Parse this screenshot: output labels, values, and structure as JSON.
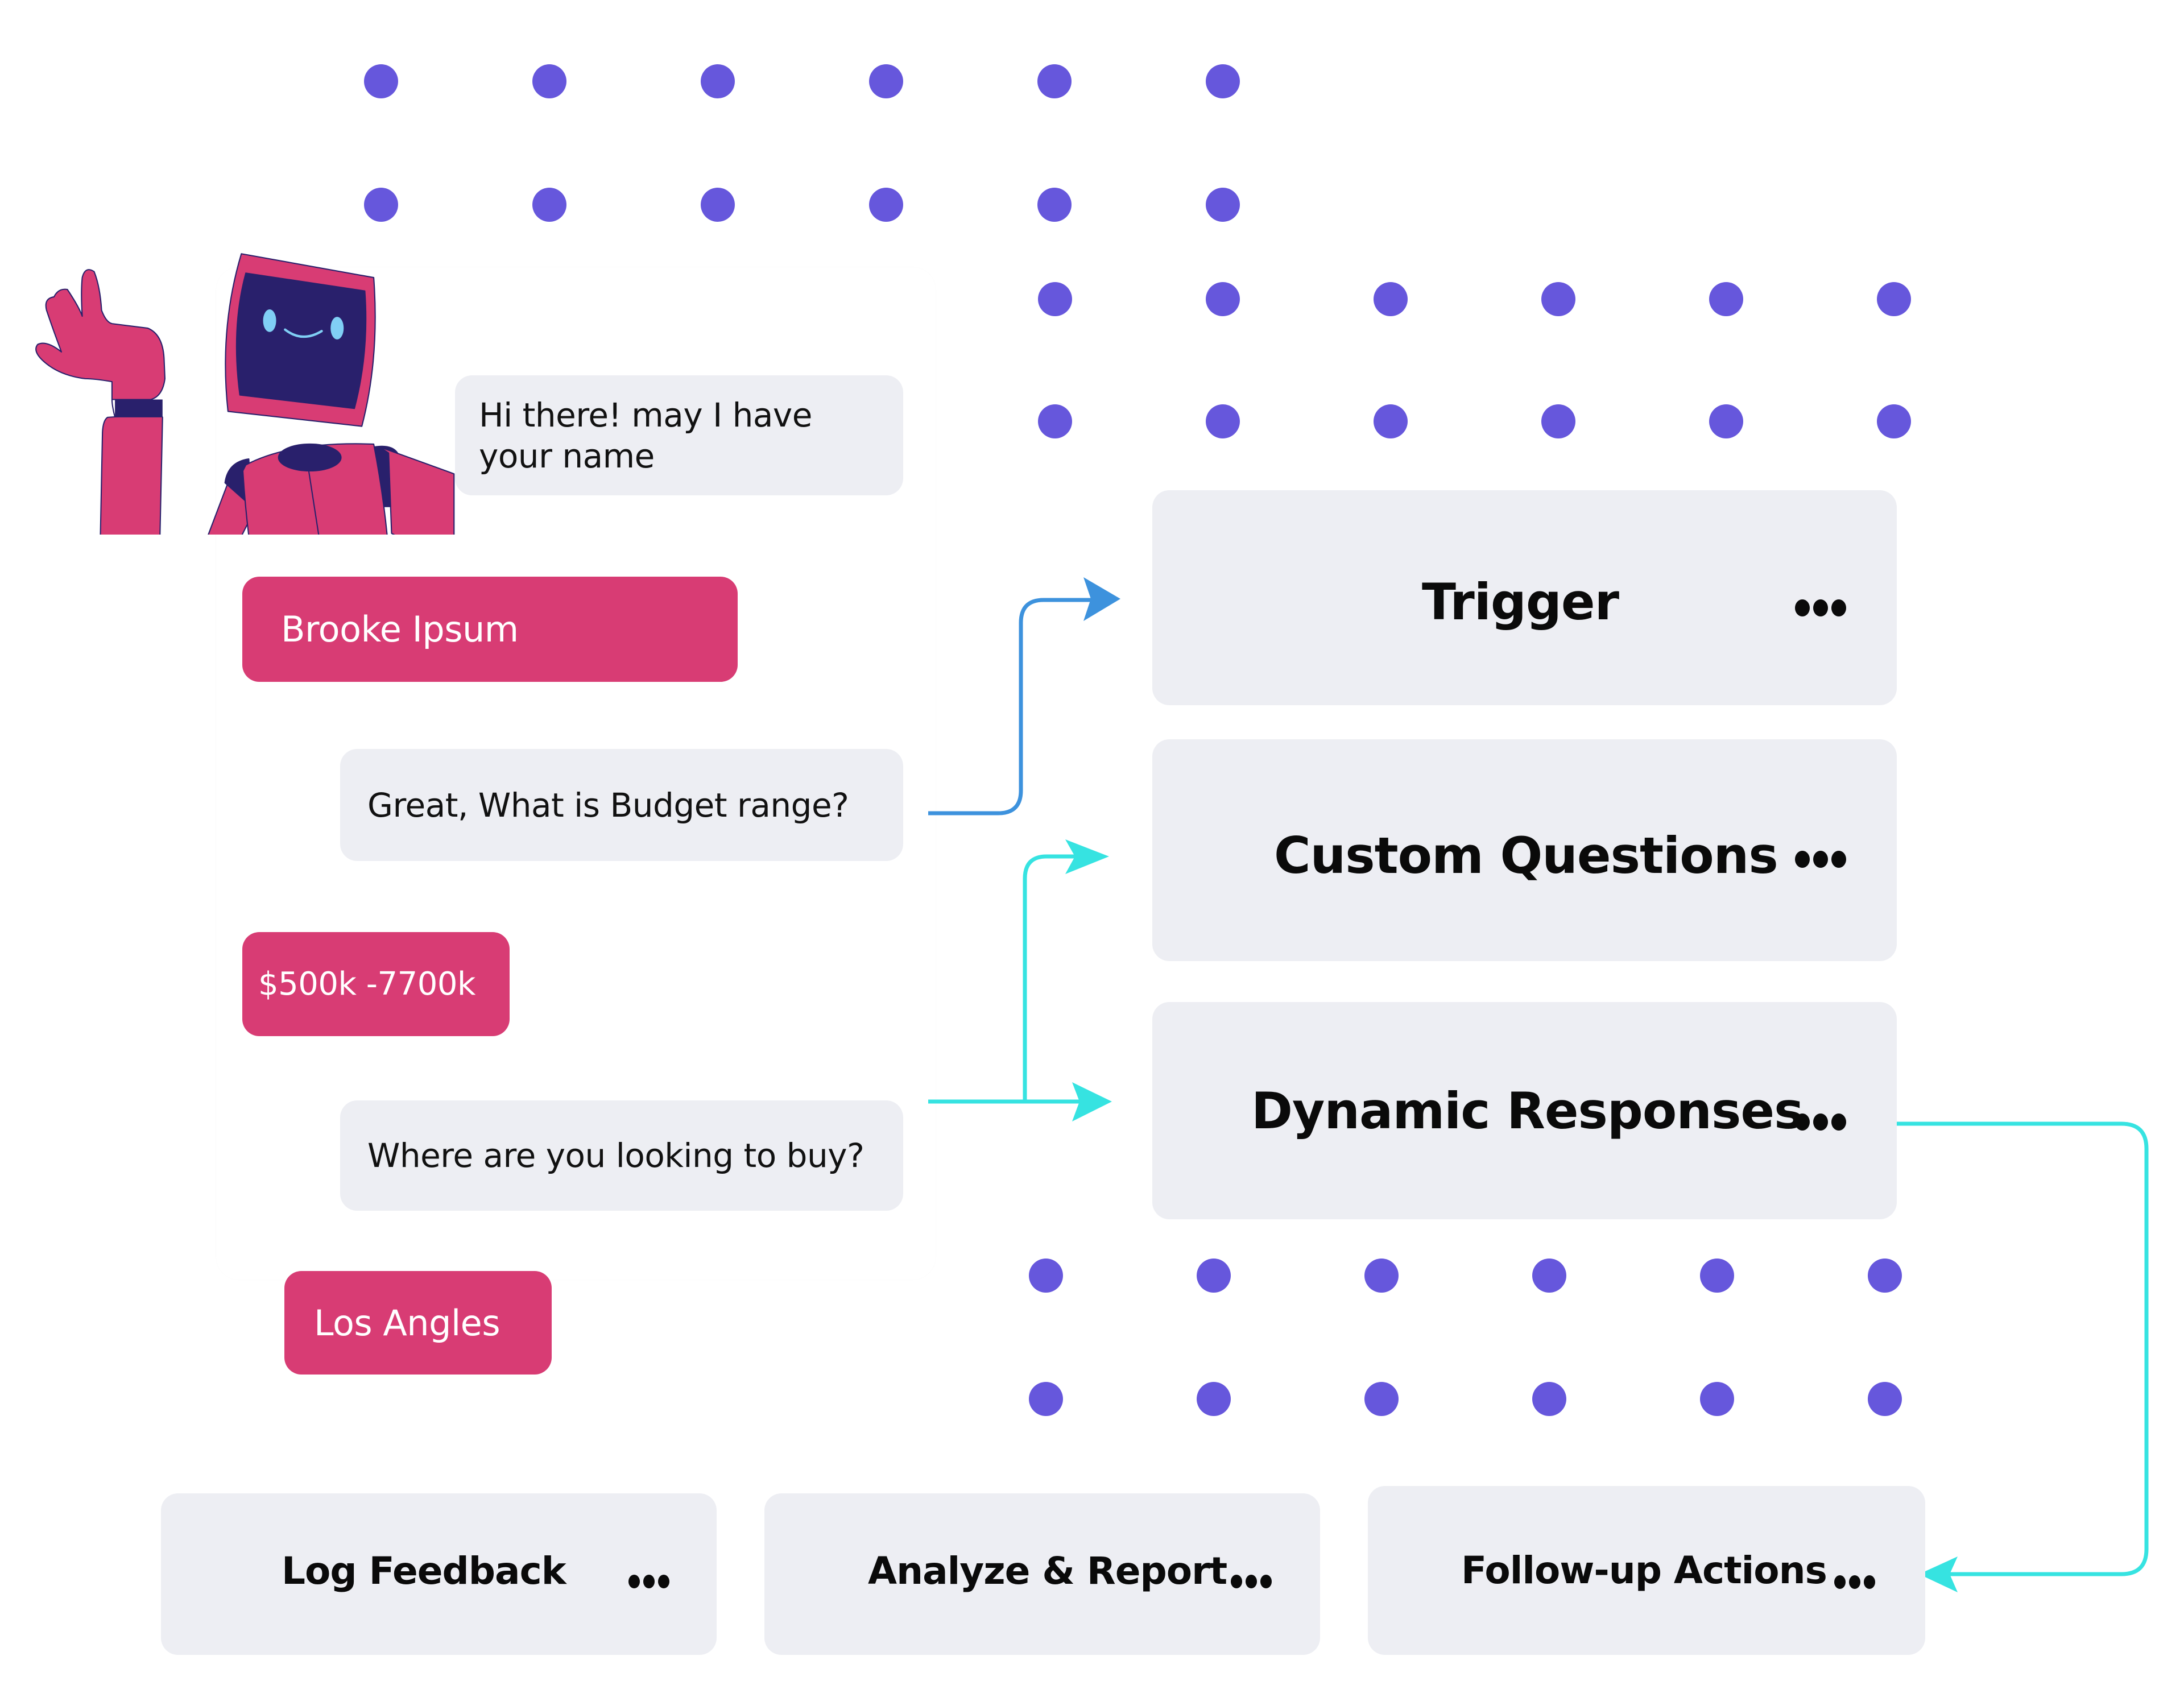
{
  "colors": {
    "dot": "#6657DC",
    "bot_bubble": "#EDEEF3",
    "user_bubble": "#D83C74",
    "card": "#EDEEF3",
    "connector_blue": "#3D92DD",
    "connector_cyan": "#36E3E1",
    "robot_pink": "#D83C74",
    "robot_navy": "#29206C",
    "robot_eyes": "#80CFF5"
  },
  "chat": {
    "messages": [
      {
        "from": "bot",
        "text": "Hi there! may I have your name",
        "line1": "Hi there! may I have",
        "line2": "your name"
      },
      {
        "from": "user",
        "text": "Brooke Ipsum"
      },
      {
        "from": "bot",
        "text": "Great, What is Budget range?"
      },
      {
        "from": "user",
        "text": "$500k -7700k"
      },
      {
        "from": "bot",
        "text": "Where are you looking to buy?"
      },
      {
        "from": "user",
        "text": "Los Angles"
      }
    ]
  },
  "workflow": {
    "steps": [
      {
        "title": "Trigger",
        "menu_icon": "more-horizontal-icon"
      },
      {
        "title": "Custom Questions",
        "menu_icon": "more-horizontal-icon"
      },
      {
        "title": "Dynamic Responses",
        "menu_icon": "more-horizontal-icon"
      }
    ],
    "actions": [
      {
        "title": "Log Feedback",
        "menu_icon": "more-horizontal-icon"
      },
      {
        "title": "Analyze & Report",
        "menu_icon": "more-horizontal-icon"
      },
      {
        "title": "Follow-up Actions",
        "menu_icon": "more-horizontal-icon"
      }
    ],
    "connections": [
      {
        "from": "Great, What is Budget range?",
        "to": "Trigger",
        "color": "blue"
      },
      {
        "from": "Where are you looking to buy?",
        "to": "Custom Questions",
        "color": "cyan"
      },
      {
        "from": "Where are you looking to buy?",
        "to": "Dynamic Responses",
        "color": "cyan"
      },
      {
        "from": "Dynamic Responses",
        "to": "Follow-up Actions",
        "color": "cyan"
      }
    ]
  },
  "decorations": {
    "dot_grids": [
      {
        "name": "top-left",
        "rows": 2,
        "cols": 6
      },
      {
        "name": "top-right",
        "rows": 2,
        "cols": 6
      },
      {
        "name": "bottom",
        "rows": 2,
        "cols": 6
      }
    ],
    "mascot": "robot-waving"
  }
}
